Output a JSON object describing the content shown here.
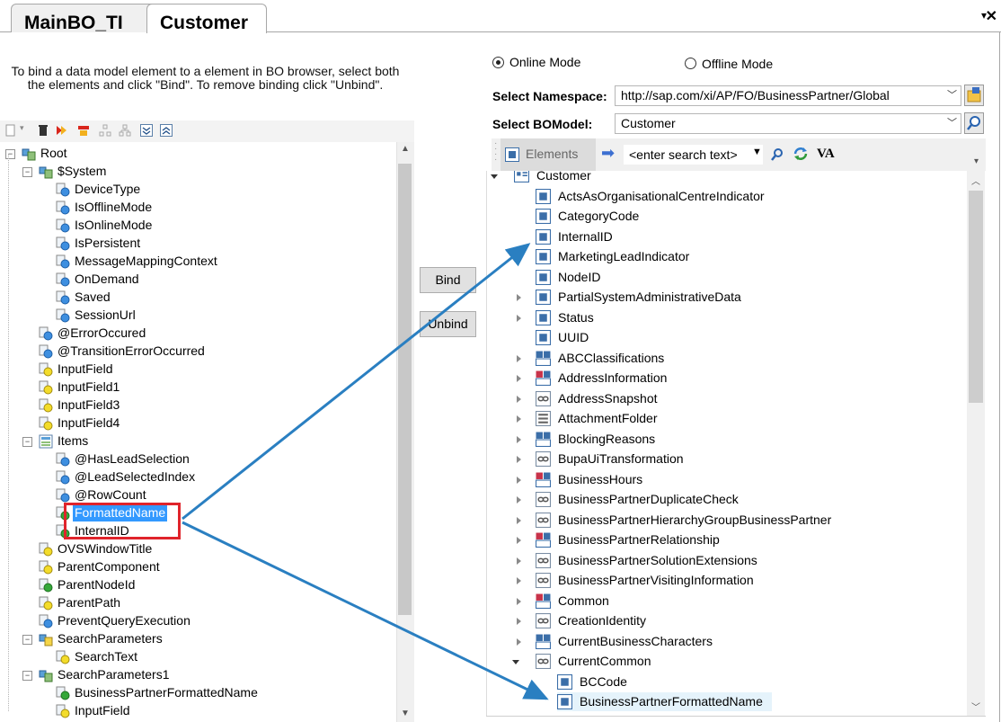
{
  "tabs": [
    {
      "label": "MainBO_TI"
    },
    {
      "label": "Customer"
    }
  ],
  "tab_controls": {
    "dropdown": "▾",
    "close": "✕"
  },
  "left": {
    "instruction": "To bind a data model element to a element in BO browser, select both the elements and click \"Bind\". To remove binding click \"Unbind\".",
    "tree": [
      {
        "label": "Root",
        "level": 0,
        "icon": "root-node-icon",
        "expander": "minus"
      },
      {
        "label": "$System",
        "level": 1,
        "icon": "structure-node-icon",
        "expander": "minus"
      },
      {
        "label": "DeviceType",
        "level": 2,
        "icon": "attribute-blue-icon"
      },
      {
        "label": "IsOfflineMode",
        "level": 2,
        "icon": "attribute-blue-icon"
      },
      {
        "label": "IsOnlineMode",
        "level": 2,
        "icon": "attribute-blue-icon"
      },
      {
        "label": "IsPersistent",
        "level": 2,
        "icon": "attribute-blue-icon"
      },
      {
        "label": "MessageMappingContext",
        "level": 2,
        "icon": "attribute-blue-icon"
      },
      {
        "label": "OnDemand",
        "level": 2,
        "icon": "attribute-blue-icon"
      },
      {
        "label": "Saved",
        "level": 2,
        "icon": "attribute-blue-icon"
      },
      {
        "label": "SessionUrl",
        "level": 2,
        "icon": "attribute-blue-icon"
      },
      {
        "label": "@ErrorOccured",
        "level": 1,
        "icon": "attribute-blue-icon"
      },
      {
        "label": "@TransitionErrorOccurred",
        "level": 1,
        "icon": "attribute-blue-icon"
      },
      {
        "label": "InputField",
        "level": 1,
        "icon": "attribute-yellow-icon"
      },
      {
        "label": "InputField1",
        "level": 1,
        "icon": "attribute-yellow-icon"
      },
      {
        "label": "InputField3",
        "level": 1,
        "icon": "attribute-yellow-icon"
      },
      {
        "label": "InputField4",
        "level": 1,
        "icon": "attribute-yellow-icon"
      },
      {
        "label": "Items",
        "level": 1,
        "icon": "list-node-icon",
        "expander": "minus"
      },
      {
        "label": "@HasLeadSelection",
        "level": 2,
        "icon": "attribute-blue-icon"
      },
      {
        "label": "@LeadSelectedIndex",
        "level": 2,
        "icon": "attribute-blue-icon"
      },
      {
        "label": "@RowCount",
        "level": 2,
        "icon": "attribute-blue-icon"
      },
      {
        "label": "FormattedName",
        "level": 2,
        "icon": "attribute-green-icon",
        "selected": true,
        "highlight": true
      },
      {
        "label": "InternalID",
        "level": 2,
        "icon": "attribute-green-icon",
        "highlight": true
      },
      {
        "label": "OVSWindowTitle",
        "level": 1,
        "icon": "attribute-yellow-icon"
      },
      {
        "label": "ParentComponent",
        "level": 1,
        "icon": "attribute-yellow-icon"
      },
      {
        "label": "ParentNodeId",
        "level": 1,
        "icon": "attribute-green-icon"
      },
      {
        "label": "ParentPath",
        "level": 1,
        "icon": "attribute-yellow-icon"
      },
      {
        "label": "PreventQueryExecution",
        "level": 1,
        "icon": "attribute-blue-icon"
      },
      {
        "label": "SearchParameters",
        "level": 1,
        "icon": "structure-yellow-icon",
        "expander": "minus"
      },
      {
        "label": "SearchText",
        "level": 2,
        "icon": "attribute-yellow-icon"
      },
      {
        "label": "SearchParameters1",
        "level": 1,
        "icon": "structure-node-icon",
        "expander": "minus"
      },
      {
        "label": "BusinessPartnerFormattedName",
        "level": 2,
        "icon": "attribute-green-icon"
      },
      {
        "label": "InputField",
        "level": 2,
        "icon": "attribute-yellow-icon"
      }
    ]
  },
  "middle": {
    "bind_label": "Bind",
    "unbind_label": "Unbind"
  },
  "right": {
    "online_mode_label": "Online Mode",
    "offline_mode_label": "Offline Mode",
    "online_selected": true,
    "namespace_label": "Select Namespace:",
    "namespace_value": "http://sap.com/xi/AP/FO/BusinessPartner/Global",
    "bomodel_label": "Select BOModel:",
    "bomodel_value": "Customer",
    "elements_label": "Elements",
    "search_placeholder": "<enter search text>",
    "va_label": "VA",
    "tree": [
      {
        "label": "Customer",
        "level": 0,
        "icon": "bo-root-icon",
        "expander": "open"
      },
      {
        "label": "ActsAsOrganisationalCentreIndicator",
        "level": 1,
        "icon": "element-icon"
      },
      {
        "label": "CategoryCode",
        "level": 1,
        "icon": "element-icon"
      },
      {
        "label": "InternalID",
        "level": 1,
        "icon": "element-icon"
      },
      {
        "label": "MarketingLeadIndicator",
        "level": 1,
        "icon": "element-icon"
      },
      {
        "label": "NodeID",
        "level": 1,
        "icon": "element-icon"
      },
      {
        "label": "PartialSystemAdministrativeData",
        "level": 1,
        "icon": "element-icon",
        "expander": "closed"
      },
      {
        "label": "Status",
        "level": 1,
        "icon": "element-icon",
        "expander": "closed"
      },
      {
        "label": "UUID",
        "level": 1,
        "icon": "element-icon"
      },
      {
        "label": "ABCClassifications",
        "level": 1,
        "icon": "association-icon",
        "expander": "closed"
      },
      {
        "label": "AddressInformation",
        "level": 1,
        "icon": "association-red-icon",
        "expander": "closed"
      },
      {
        "label": "AddressSnapshot",
        "level": 1,
        "icon": "link-icon",
        "expander": "closed"
      },
      {
        "label": "AttachmentFolder",
        "level": 1,
        "icon": "folder-list-icon",
        "expander": "closed"
      },
      {
        "label": "BlockingReasons",
        "level": 1,
        "icon": "association-icon",
        "expander": "closed"
      },
      {
        "label": "BupaUiTransformation",
        "level": 1,
        "icon": "link-icon",
        "expander": "closed"
      },
      {
        "label": "BusinessHours",
        "level": 1,
        "icon": "association-red-icon",
        "expander": "closed"
      },
      {
        "label": "BusinessPartnerDuplicateCheck",
        "level": 1,
        "icon": "link-icon",
        "expander": "closed"
      },
      {
        "label": "BusinessPartnerHierarchyGroupBusinessPartner",
        "level": 1,
        "icon": "link-icon",
        "expander": "closed"
      },
      {
        "label": "BusinessPartnerRelationship",
        "level": 1,
        "icon": "association-red-icon",
        "expander": "closed"
      },
      {
        "label": "BusinessPartnerSolutionExtensions",
        "level": 1,
        "icon": "link-icon",
        "expander": "closed"
      },
      {
        "label": "BusinessPartnerVisitingInformation",
        "level": 1,
        "icon": "link-icon",
        "expander": "closed"
      },
      {
        "label": "Common",
        "level": 1,
        "icon": "association-red-icon",
        "expander": "closed"
      },
      {
        "label": "CreationIdentity",
        "level": 1,
        "icon": "link-icon",
        "expander": "closed"
      },
      {
        "label": "CurrentBusinessCharacters",
        "level": 1,
        "icon": "association-icon",
        "expander": "closed"
      },
      {
        "label": "CurrentCommon",
        "level": 1,
        "icon": "link-icon",
        "expander": "open"
      },
      {
        "label": "BCCode",
        "level": 2,
        "icon": "element-icon"
      },
      {
        "label": "BusinessPartnerFormattedName",
        "level": 2,
        "icon": "element-icon",
        "hover": true
      }
    ]
  },
  "colors": {
    "selection": "#3399ff",
    "highlight_box": "#e0242b",
    "arrow": "#2a7fc1"
  }
}
